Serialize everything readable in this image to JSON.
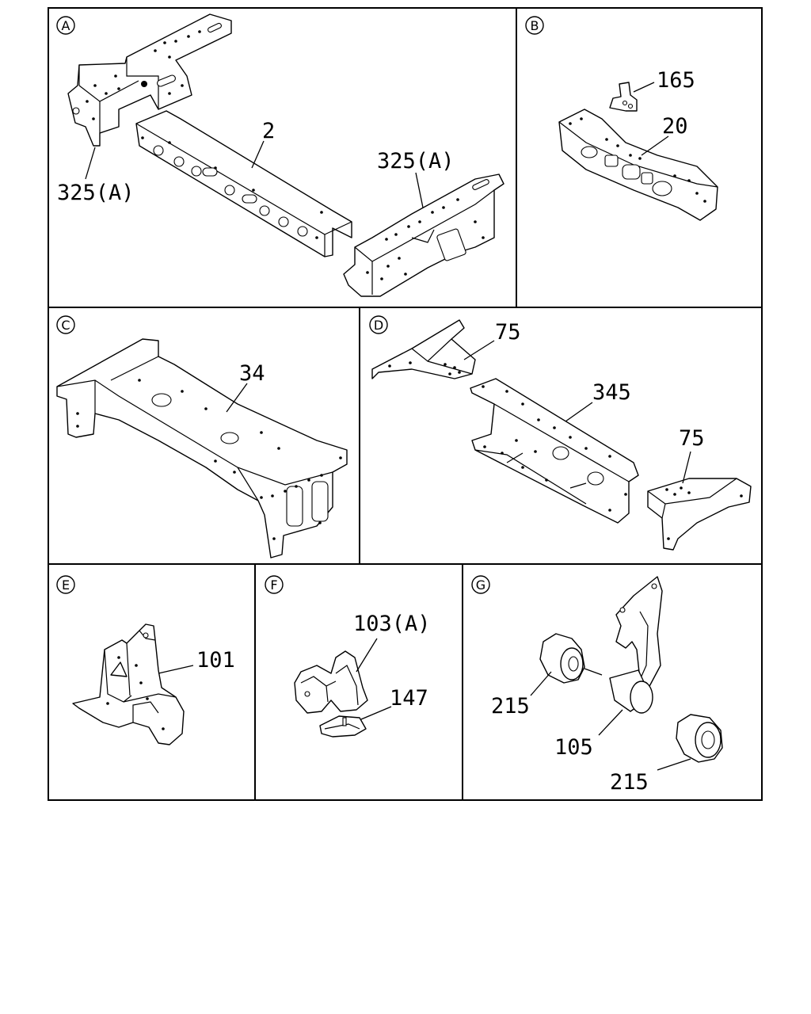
{
  "panels": [
    {
      "letter": "A",
      "callouts": [
        "2",
        "325(A)",
        "325(A)"
      ]
    },
    {
      "letter": "B",
      "callouts": [
        "165",
        "20"
      ]
    },
    {
      "letter": "C",
      "callouts": [
        "34"
      ]
    },
    {
      "letter": "D",
      "callouts": [
        "75",
        "345",
        "75"
      ]
    },
    {
      "letter": "E",
      "callouts": [
        "101"
      ]
    },
    {
      "letter": "F",
      "callouts": [
        "103(A)",
        "147"
      ]
    },
    {
      "letter": "G",
      "callouts": [
        "215",
        "105",
        "215"
      ]
    }
  ]
}
